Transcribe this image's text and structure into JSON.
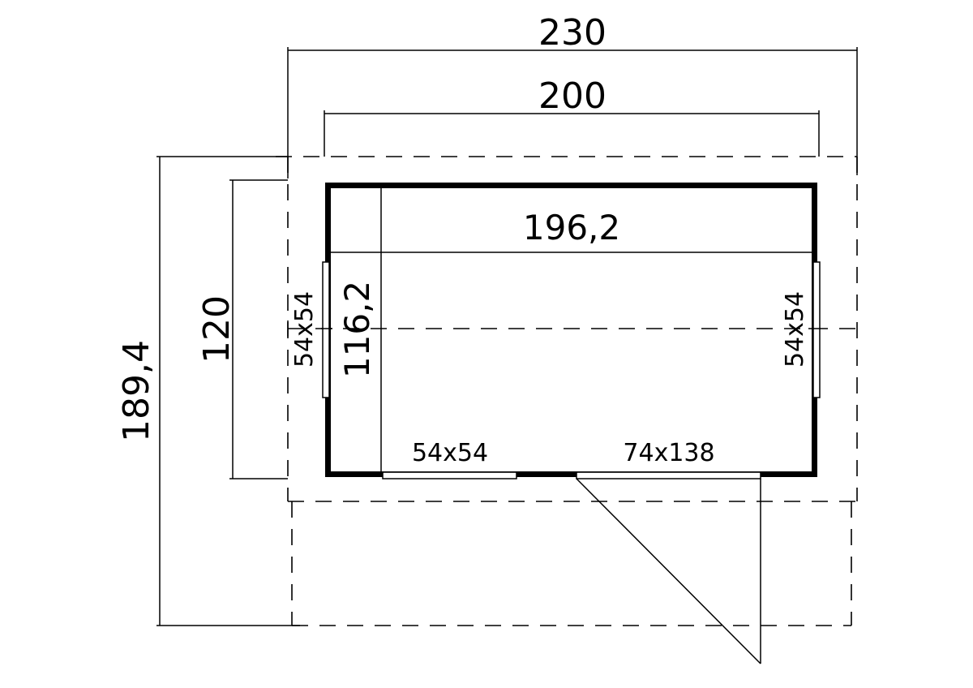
{
  "diagram": {
    "type": "floor-plan",
    "units": "cm",
    "dimensions": {
      "roof_width": "230",
      "floor_width": "200",
      "inner_width": "196,2",
      "floor_depth": "120",
      "inner_depth": "116,2",
      "total_depth_with_terrace": "189,4"
    },
    "openings": {
      "left_window": "54x54",
      "right_window": "54x54",
      "front_window": "54x54",
      "door": "74x138"
    },
    "colors": {
      "line": "#000000",
      "background": "#ffffff"
    }
  }
}
